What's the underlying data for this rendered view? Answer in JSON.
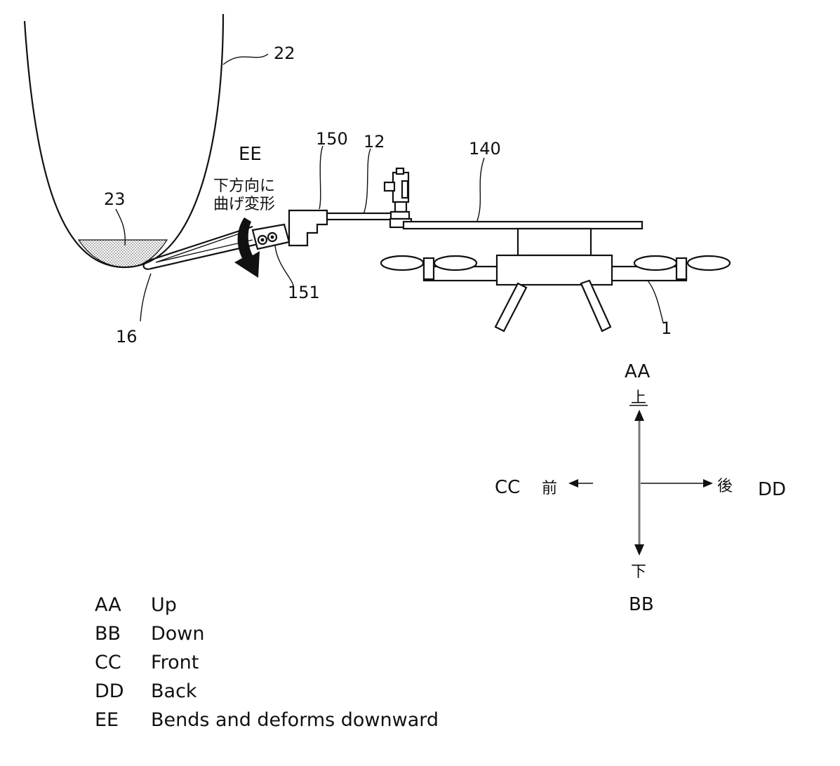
{
  "labels": {
    "tank": "22",
    "liquid": "23",
    "nozzle": "16",
    "gripper": "150",
    "arm": "12",
    "gripper_joint": "151",
    "frame": "140",
    "drone": "1",
    "bend_code": "EE",
    "bend_jp_line1": "下方向に",
    "bend_jp_line2": "曲げ変形"
  },
  "compass": {
    "up_code": "AA",
    "up_jp": "上",
    "down_code": "BB",
    "down_jp": "下",
    "front_code": "CC",
    "front_jp": "前",
    "back_code": "DD",
    "back_jp": "後"
  },
  "legend": [
    {
      "code": "AA",
      "text": "Up"
    },
    {
      "code": "BB",
      "text": "Down"
    },
    {
      "code": "CC",
      "text": "Front"
    },
    {
      "code": "DD",
      "text": "Back"
    },
    {
      "code": "EE",
      "text": "Bends and deforms downward"
    }
  ]
}
